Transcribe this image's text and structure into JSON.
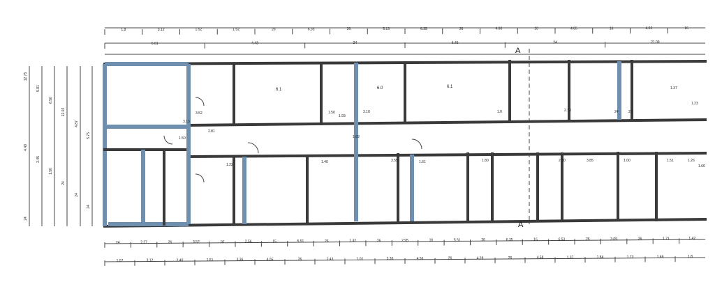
{
  "dimensions_top_row1": [
    "1.8",
    "3.12",
    "1.52",
    "1.52",
    "26",
    "6.35",
    "26",
    "5.13",
    "6.35",
    "26",
    "4.60",
    "10",
    "4.65",
    "16",
    "4.02",
    "16"
  ],
  "dimensions_top_row2": [
    "6.61",
    "4.43",
    "24",
    "6.45",
    "24",
    "21.09"
  ],
  "dimensions_left": [
    "12.75",
    "5.81",
    "6.50",
    "12.02",
    "4.87",
    "5.75",
    "4.49",
    "2.45",
    "1.50",
    "24",
    "24",
    "24",
    "24"
  ],
  "dimensions_bottom_row1": [
    "24",
    "2.27",
    "26",
    "3.52",
    "16",
    "2.56",
    "15",
    "5.51",
    "26",
    "1.32",
    "26",
    "2.95",
    "16",
    "5.51",
    "26",
    "6.35",
    "16",
    "6.53",
    "26",
    "3.09",
    "26",
    "1.71",
    "1.42"
  ],
  "dimensions_bottom_row2": [
    "1.07",
    "3.12",
    "2.49",
    "1.51",
    "3.36",
    "4.05",
    "26",
    "2.43",
    "1.01",
    "3.36",
    "4.56",
    "26",
    "4.28",
    "26",
    "4.58",
    "1.37",
    "1.84",
    "1.73",
    "1.69",
    "1.8"
  ],
  "room_dims": [
    "3.52",
    "3.13",
    "1.50",
    "2.81",
    "1.50",
    "1.93",
    "1.83",
    "3.10",
    "1.0",
    "2.13",
    "24",
    "22",
    "1.37",
    "1.23",
    "1.22",
    "1.40",
    "3.55",
    "1.61",
    "1.80",
    "2.70",
    "3.85",
    "1.00",
    "1.51",
    "1.26",
    "1.66"
  ],
  "labels": {
    "section_top": "A",
    "section_bottom": "A"
  },
  "room_labels": [
    "6.1",
    "6.0",
    "6.1"
  ],
  "colors": {
    "wall": "#3a3a3a",
    "highlight": "#6f8fb0",
    "paper": "#ffffff"
  }
}
